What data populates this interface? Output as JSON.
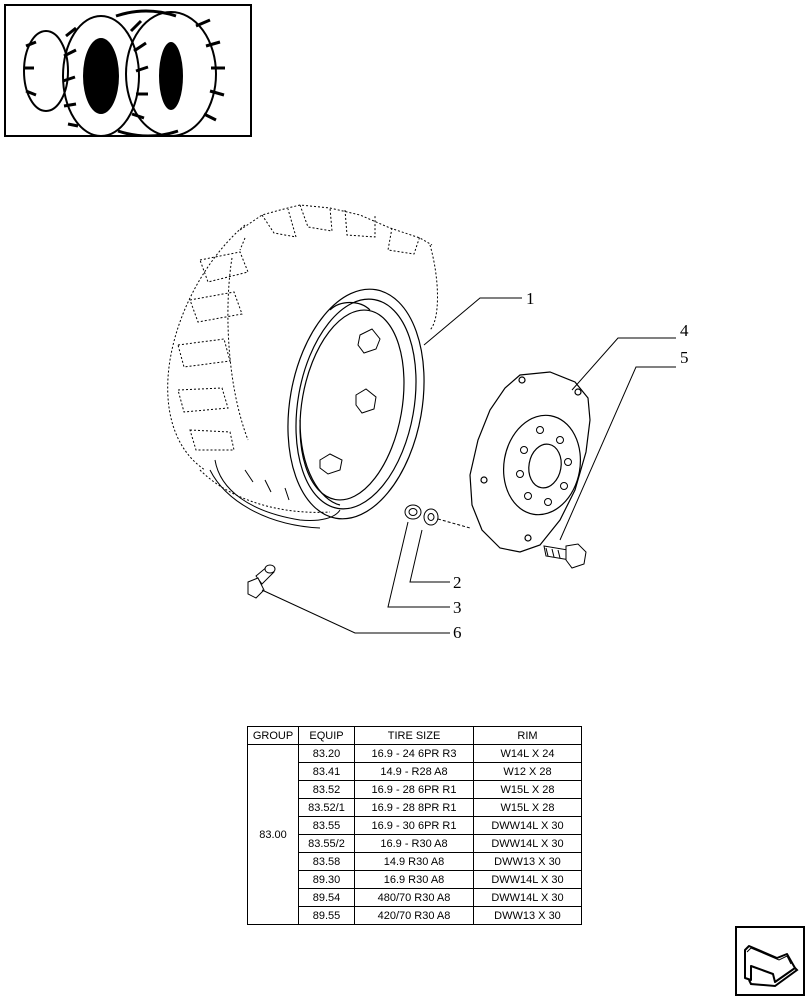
{
  "callouts": [
    "1",
    "2",
    "3",
    "4",
    "5",
    "6"
  ],
  "table": {
    "headers": [
      "GROUP",
      "EQUIP",
      "TIRE SIZE",
      "RIM"
    ],
    "group": "83.00",
    "rows": [
      {
        "equip": "83.20",
        "tire": "16.9 - 24 6PR R3",
        "rim": "W14L X 24"
      },
      {
        "equip": "83.41",
        "tire": "14.9 - R28 A8",
        "rim": "W12 X 28"
      },
      {
        "equip": "83.52",
        "tire": "16.9 - 28 6PR R1",
        "rim": "W15L X 28"
      },
      {
        "equip": "83.52/1",
        "tire": "16.9 - 28 8PR R1",
        "rim": "W15L X 28"
      },
      {
        "equip": "83.55",
        "tire": "16.9 - 30 6PR R1",
        "rim": "DWW14L X 30"
      },
      {
        "equip": "83.55/2",
        "tire": "16.9 - R30 A8",
        "rim": "DWW14L X 30"
      },
      {
        "equip": "83.58",
        "tire": "14.9 R30 A8",
        "rim": "DWW13 X 30"
      },
      {
        "equip": "89.30",
        "tire": "16.9 R30 A8",
        "rim": "DWW14L X 30"
      },
      {
        "equip": "89.54",
        "tire": "480/70 R30 A8",
        "rim": "DWW14L X 30"
      },
      {
        "equip": "89.55",
        "tire": "420/70 R30 A8",
        "rim": "DWW13 X 30"
      }
    ]
  },
  "icons": {
    "thumbnail": "tractor-wheels-thumbnail",
    "nav": "next-page-arrow-icon"
  }
}
